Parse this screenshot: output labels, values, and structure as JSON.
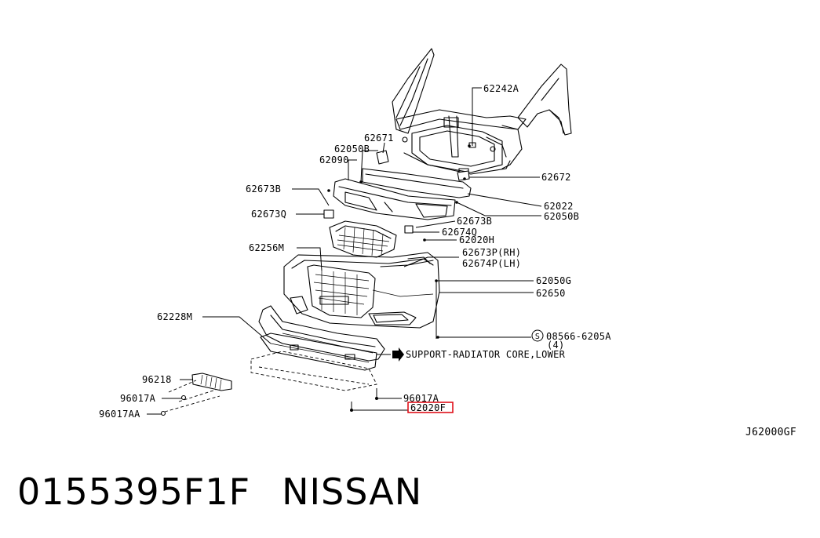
{
  "diagram": {
    "callouts": [
      {
        "id": "c-62242A",
        "text": "62242A"
      },
      {
        "id": "c-62671",
        "text": "62671"
      },
      {
        "id": "c-62050B-top",
        "text": "62050B"
      },
      {
        "id": "c-62090",
        "text": "62090"
      },
      {
        "id": "c-62672",
        "text": "62672"
      },
      {
        "id": "c-62673B-left",
        "text": "62673B"
      },
      {
        "id": "c-62022",
        "text": "62022"
      },
      {
        "id": "c-62050B-right",
        "text": "62050B"
      },
      {
        "id": "c-62673Q",
        "text": "62673Q"
      },
      {
        "id": "c-62673B-mid",
        "text": "62673B"
      },
      {
        "id": "c-62674Q",
        "text": "62674Q"
      },
      {
        "id": "c-62020H",
        "text": "62020H"
      },
      {
        "id": "c-62256M",
        "text": "62256M"
      },
      {
        "id": "c-62673P",
        "text": "62673P(RH)"
      },
      {
        "id": "c-62674P",
        "text": "62674P(LH)"
      },
      {
        "id": "c-62050G",
        "text": "62050G"
      },
      {
        "id": "c-62650",
        "text": "62650"
      },
      {
        "id": "c-62228M",
        "text": "62228M"
      },
      {
        "id": "c-08566",
        "text": "08566-6205A"
      },
      {
        "id": "c-qty",
        "text": "(4)"
      },
      {
        "id": "c-support",
        "text": "SUPPORT-RADIATOR CORE,LOWER"
      },
      {
        "id": "c-96218",
        "text": "96218"
      },
      {
        "id": "c-96017A-right",
        "text": "96017A"
      },
      {
        "id": "c-96017A-left",
        "text": "96017A"
      },
      {
        "id": "c-62020F",
        "text": "62020F"
      },
      {
        "id": "c-96017AA",
        "text": "96017AA"
      }
    ],
    "circled_symbol": "S",
    "drawing_code": "J62000GF",
    "highlight_color": "#e0101a"
  },
  "footer": {
    "part_number": "0155395F1F",
    "brand": "NISSAN"
  }
}
